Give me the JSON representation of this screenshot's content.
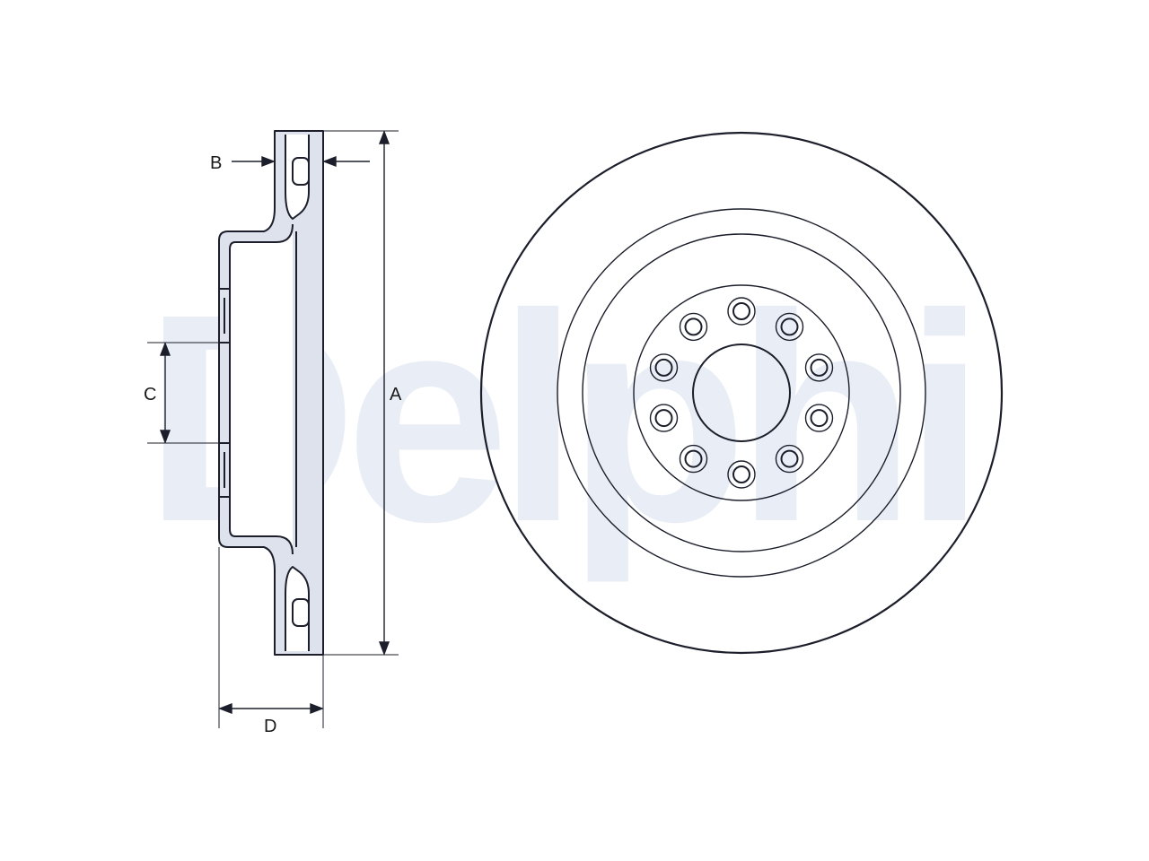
{
  "watermark": {
    "text": "Delphi",
    "color": "#e9eef6"
  },
  "drawing": {
    "line_color": "#1c1f2b",
    "part_fill": "#dde2ec",
    "bolt_hole_count": 10
  },
  "dimensions": {
    "a": "A",
    "b": "B",
    "c": "C",
    "d": "D"
  }
}
